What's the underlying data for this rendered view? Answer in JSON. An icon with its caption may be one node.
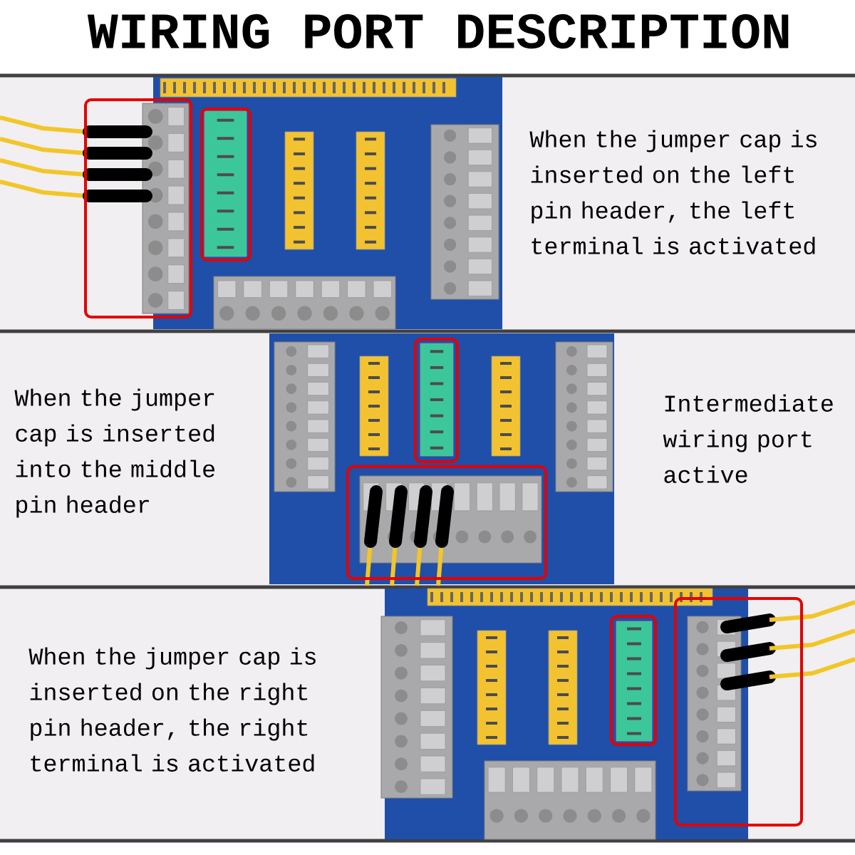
{
  "diagram": {
    "title": "WIRING PORT DESCRIPTION",
    "labels": [
      "When the jumper cap is inserted on the left pin header, the left terminal is activated",
      "When the jumper cap is inserted into the middle pin header",
      "Intermediate wiring port active",
      "When the jumper cap is inserted on the right pin header, the right terminal is activated"
    ]
  }
}
